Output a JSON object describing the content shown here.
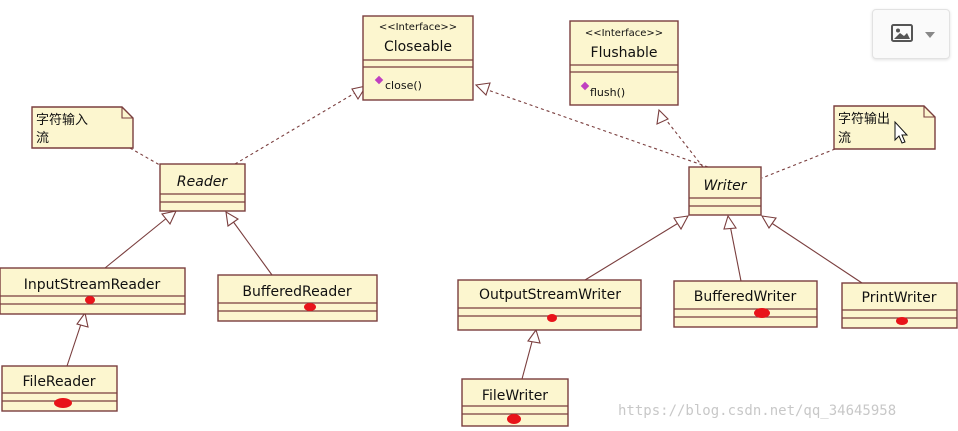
{
  "diagram": {
    "closeable": {
      "stereotype": "<<Interface>>",
      "name": "Closeable",
      "method": "close()"
    },
    "flushable": {
      "stereotype": "<<Interface>>",
      "name": "Flushable",
      "method": "flush()"
    },
    "reader": {
      "name": "Reader"
    },
    "writer": {
      "name": "Writer"
    },
    "input_note": {
      "line1": "字符输入",
      "line2": "流"
    },
    "output_note": {
      "line1": "字符输出",
      "line2": "流"
    },
    "input_stream_reader": {
      "name": "InputStreamReader"
    },
    "buffered_reader": {
      "name": "BufferedReader"
    },
    "file_reader": {
      "name": "FileReader"
    },
    "output_stream_writer": {
      "name": "OutputStreamWriter"
    },
    "buffered_writer": {
      "name": "BufferedWriter"
    },
    "print_writer": {
      "name": "PrintWriter"
    },
    "file_writer": {
      "name": "FileWriter"
    }
  },
  "watermark": "https://blog.csdn.net/qq_34645958",
  "toolbar": {
    "image_icon": "image-icon",
    "dropdown_icon": "caret-down-icon"
  },
  "colors": {
    "box_fill": "#fcf6cf",
    "box_stroke": "#7a3e3e",
    "method_icon": "#c040c0",
    "marker": "#e8141a"
  }
}
